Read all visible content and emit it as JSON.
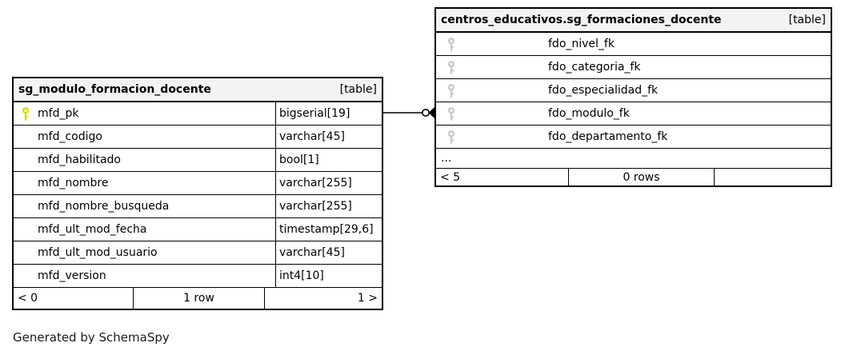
{
  "note": "Generated by SchemaSpy",
  "left_table": {
    "title": "sg_modulo_formacion_docente",
    "badge": "[table]",
    "rows": [
      {
        "name": "mfd_pk",
        "type": "bigserial[19]",
        "key": "primary"
      },
      {
        "name": "mfd_codigo",
        "type": "varchar[45]",
        "key": "none"
      },
      {
        "name": "mfd_habilitado",
        "type": "bool[1]",
        "key": "none"
      },
      {
        "name": "mfd_nombre",
        "type": "varchar[255]",
        "key": "none"
      },
      {
        "name": "mfd_nombre_busqueda",
        "type": "varchar[255]",
        "key": "none"
      },
      {
        "name": "mfd_ult_mod_fecha",
        "type": "timestamp[29,6]",
        "key": "none"
      },
      {
        "name": "mfd_ult_mod_usuario",
        "type": "varchar[45]",
        "key": "none"
      },
      {
        "name": "mfd_version",
        "type": "int4[10]",
        "key": "none"
      }
    ],
    "footer": {
      "left": "< 0",
      "center": "1 row",
      "right": "1 >"
    }
  },
  "right_table": {
    "title": "centros_educativos.sg_formaciones_docente",
    "badge": "[table]",
    "rows": [
      {
        "name": "fdo_nivel_fk",
        "key": "foreign"
      },
      {
        "name": "fdo_categoria_fk",
        "key": "foreign"
      },
      {
        "name": "fdo_especialidad_fk",
        "key": "foreign"
      },
      {
        "name": "fdo_modulo_fk",
        "key": "foreign"
      },
      {
        "name": "fdo_departamento_fk",
        "key": "foreign"
      }
    ],
    "ellipsis": "...",
    "footer": {
      "left": "< 5",
      "center": "0 rows",
      "right": ""
    }
  },
  "relationship": {
    "from_column": "mfd_pk",
    "to_column": "fdo_modulo_fk",
    "end_style": "zero-or-many (circle + crow's foot)"
  },
  "icons": {
    "primary_key": "key",
    "foreign_key": "key"
  },
  "colors": {
    "primary_key": "#dcdc00",
    "foreign_key": "#c9c9c9",
    "header_bg": "#f3f3f3",
    "border": "#000000",
    "background": "#ffffff"
  }
}
